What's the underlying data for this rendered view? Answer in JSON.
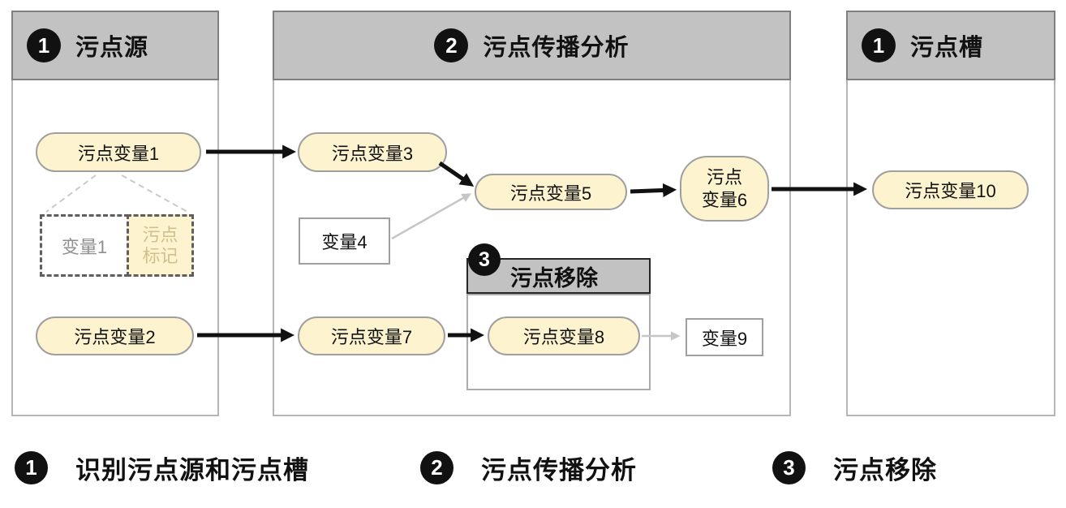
{
  "panels": {
    "source": {
      "badge": "1",
      "title": "污点源"
    },
    "propagation": {
      "badge": "2",
      "title": "污点传播分析"
    },
    "sink": {
      "badge": "1",
      "title": "污点槽"
    }
  },
  "removal": {
    "badge": "3",
    "title": "污点移除"
  },
  "nodes": {
    "taint_var1": "污点变量1",
    "taint_var2": "污点变量2",
    "taint_var3": "污点变量3",
    "var4": "变量4",
    "taint_var5": "污点变量5",
    "taint_var6": "污点\n变量6",
    "taint_var7": "污点变量7",
    "taint_var8": "污点变量8",
    "var9": "变量9",
    "taint_var10": "污点变量10",
    "callout_var1": "变量1",
    "callout_taint_mark": "污点\n标记"
  },
  "legend": [
    {
      "badge": "1",
      "label": "识别污点源和污点槽"
    },
    {
      "badge": "2",
      "label": "污点传播分析"
    },
    {
      "badge": "3",
      "label": "污点移除"
    }
  ],
  "colors": {
    "pill_fill": "#fdf3cf",
    "pill_border": "#9f9f9f",
    "header_fill": "#c2c2c2",
    "header_border": "#7f7f7f",
    "panel_border": "#b5b5b5",
    "badge_fill": "#111111",
    "arrow_black": "#111111",
    "arrow_gray": "#c6c6c6",
    "muted_text": "#8f8f8f",
    "tan_text": "#cfc08c"
  }
}
